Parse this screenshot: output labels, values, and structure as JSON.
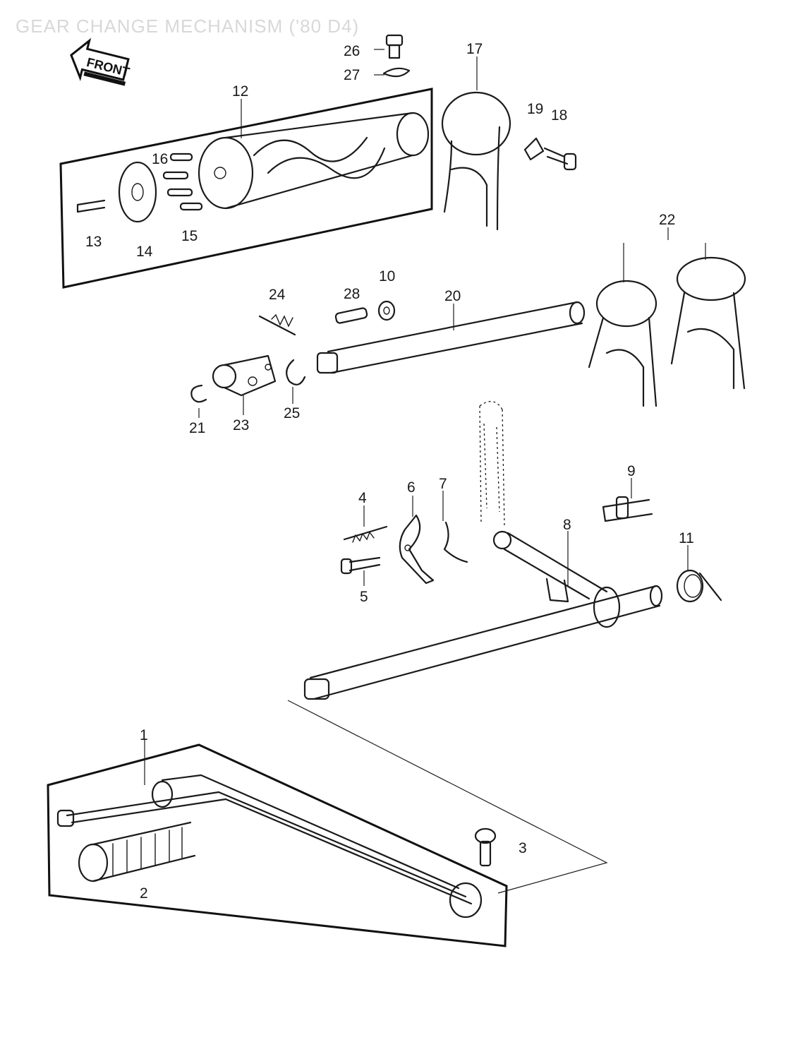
{
  "title": "GEAR CHANGE MECHANISM ('80 D4)",
  "orientation_label": "FRONT",
  "callouts": [
    {
      "id": "1",
      "text": "1"
    },
    {
      "id": "2",
      "text": "2"
    },
    {
      "id": "3",
      "text": "3"
    },
    {
      "id": "4",
      "text": "4"
    },
    {
      "id": "5",
      "text": "5"
    },
    {
      "id": "6",
      "text": "6"
    },
    {
      "id": "7",
      "text": "7"
    },
    {
      "id": "8",
      "text": "8"
    },
    {
      "id": "9",
      "text": "9"
    },
    {
      "id": "10",
      "text": "10"
    },
    {
      "id": "11",
      "text": "11"
    },
    {
      "id": "12",
      "text": "12"
    },
    {
      "id": "13",
      "text": "13"
    },
    {
      "id": "14",
      "text": "14"
    },
    {
      "id": "15",
      "text": "15"
    },
    {
      "id": "16",
      "text": "16"
    },
    {
      "id": "17",
      "text": "17"
    },
    {
      "id": "18",
      "text": "18"
    },
    {
      "id": "19",
      "text": "19"
    },
    {
      "id": "20",
      "text": "20"
    },
    {
      "id": "21",
      "text": "21"
    },
    {
      "id": "22",
      "text": "22"
    },
    {
      "id": "23",
      "text": "23"
    },
    {
      "id": "24",
      "text": "24"
    },
    {
      "id": "25",
      "text": "25"
    },
    {
      "id": "26",
      "text": "26"
    },
    {
      "id": "27",
      "text": "27"
    },
    {
      "id": "28",
      "text": "28"
    }
  ],
  "colors": {
    "ink": "#1a1a1a",
    "title": "#d8d8d8",
    "background": "#ffffff"
  }
}
